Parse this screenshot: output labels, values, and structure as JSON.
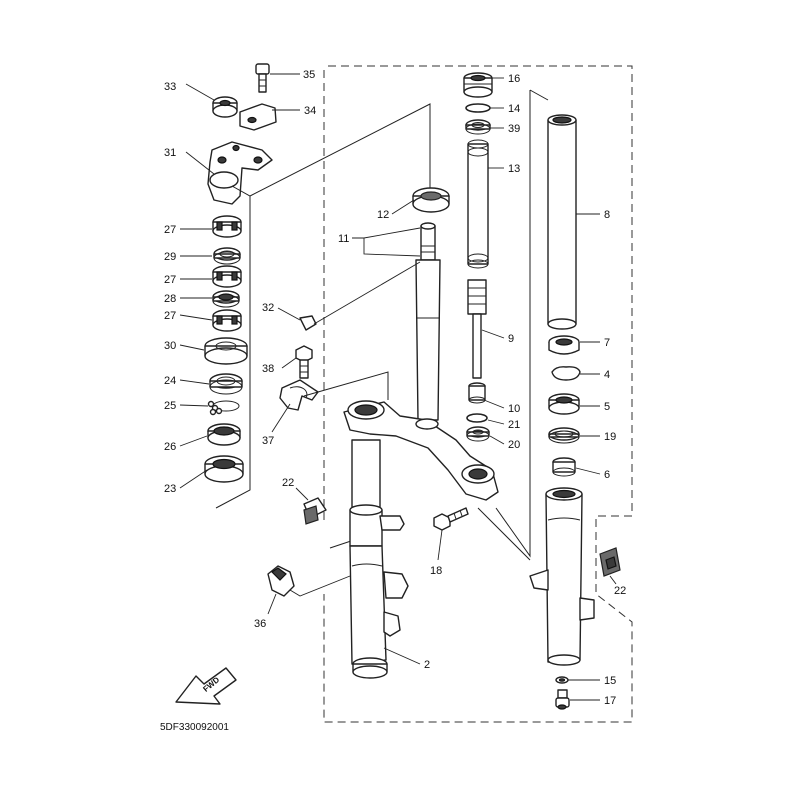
{
  "diagram_code": "5DF330092001",
  "fwd_label": "FWD",
  "callouts": {
    "p2": "2",
    "p4": "4",
    "p5": "5",
    "p6": "6",
    "p7": "7",
    "p8": "8",
    "p9": "9",
    "p10": "10",
    "p11": "11",
    "p12": "12",
    "p13": "13",
    "p14": "14",
    "p15": "15",
    "p16": "16",
    "p17": "17",
    "p18": "18",
    "p19": "19",
    "p20": "20",
    "p21": "21",
    "p22a": "22",
    "p22b": "22",
    "p23": "23",
    "p24": "24",
    "p25": "25",
    "p26": "26",
    "p27a": "27",
    "p27b": "27",
    "p27c": "27",
    "p28": "28",
    "p29": "29",
    "p30": "30",
    "p31": "31",
    "p32": "32",
    "p33": "33",
    "p34": "34",
    "p35": "35",
    "p36": "36",
    "p37": "37",
    "p38": "38",
    "p39": "39"
  }
}
